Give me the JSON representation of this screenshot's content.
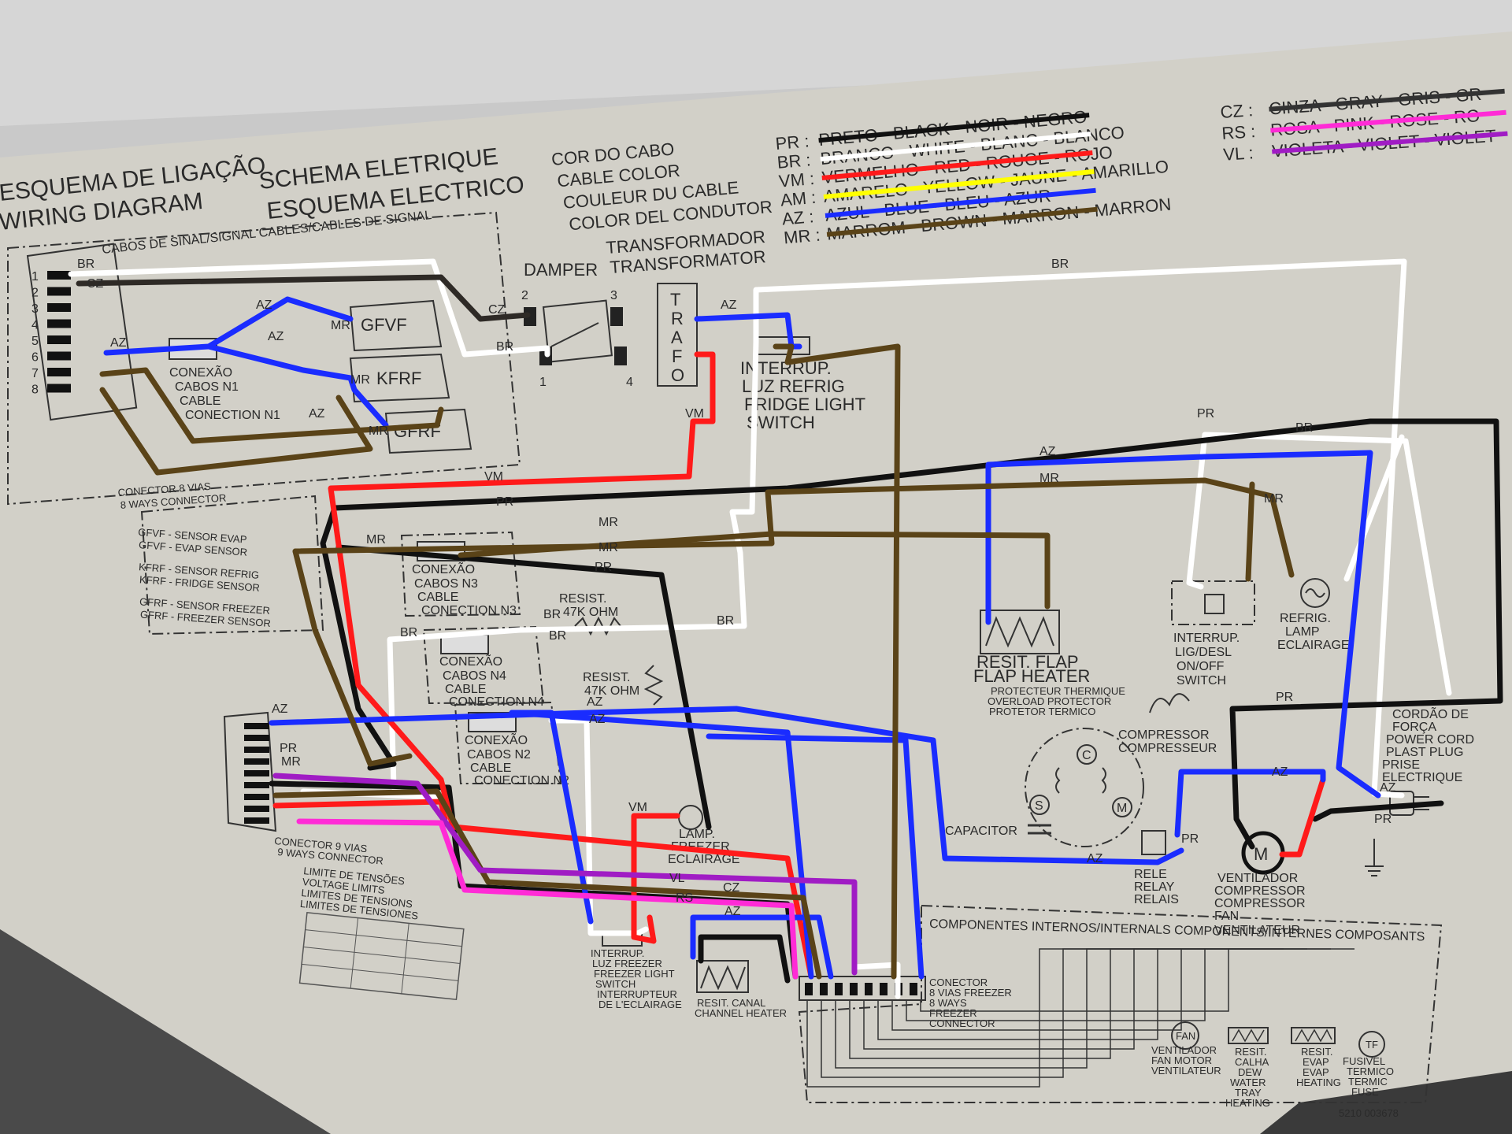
{
  "header": {
    "title_pt": "ESQUEMA DE LIGAÇÃO",
    "title_en": "WIRING DIAGRAM",
    "title_fr": "SCHEMA ELETRIQUE",
    "title_es": "ESQUEMA ELECTRICO",
    "signal_cables": "CABOS DE SINAL/SIGNAL CABLES/CABLES DE SIGNAL"
  },
  "cable_color": {
    "title_lines": [
      "COR DO CABO",
      "CABLE COLOR",
      "COULEUR DU CABLE",
      "COLOR DEL CONDUTOR"
    ],
    "legend_left": [
      {
        "code": "PR",
        "text": "PRETO - BLACK - NOIR - NEGRO",
        "color": "#111111"
      },
      {
        "code": "BR",
        "text": "BRANCO - WHITE - BLANC - BLANCO",
        "color": "#ffffff"
      },
      {
        "code": "VM",
        "text": "VERMELHO - RED - ROUGE - ROJO",
        "color": "#ff1a1a"
      },
      {
        "code": "AM",
        "text": "AMARELO - YELLOW - JAUNE - AMARILLO",
        "color": "#ffff00"
      },
      {
        "code": "AZ",
        "text": "AZUL - BLUE - BLEU - AZUR",
        "color": "#1a2cff"
      },
      {
        "code": "MR",
        "text": "MARROM - BROWN - MARRON - MARRON",
        "color": "#5a4318"
      }
    ],
    "legend_right": [
      {
        "code": "CZ",
        "text": "CINZA - GRAY - GRIS - GR",
        "color": "#333333"
      },
      {
        "code": "RS",
        "text": "ROSA - PINK - ROSE - RO",
        "color": "#ff2bd6"
      },
      {
        "code": "VL",
        "text": "VIOLETA - VIOLET - VIOLET",
        "color": "#a01cc4"
      }
    ]
  },
  "components": {
    "damper": "DAMPER",
    "transformer": [
      "TRANSFORMADOR",
      "TRANSFORMATOR"
    ],
    "trafo": [
      "T",
      "R",
      "A",
      "F",
      "O"
    ],
    "fridge_light_switch": [
      "INTERRUP.",
      "LUZ REFRIG",
      "FRIDGE LIGHT",
      "SWITCH"
    ],
    "gfvf": "GFVF",
    "kfrf": "KFRF",
    "gfrf": "GFRF",
    "conexao_n1": [
      "CONEXÃO",
      "CABOS N1",
      "CABLE",
      "CONECTION N1"
    ],
    "conexao_n3": [
      "CONEXÃO",
      "CABOS N3",
      "CABLE",
      "CONECTION N3"
    ],
    "conexao_n4": [
      "CONEXÃO",
      "CABOS N4",
      "CABLE",
      "CONECTION N4"
    ],
    "conexao_n2": [
      "CONEXÃO",
      "CABOS N2",
      "CABLE",
      "CONECTION N2"
    ],
    "connector8": [
      "CONECTOR 8 VIAS",
      "8 WAYS CONNECTOR"
    ],
    "sensors": [
      "GFVF - SENSOR EVAP",
      "GFVF - EVAP SENSOR",
      "KFRF - SENSOR REFRIG",
      "KFRF - FRIDGE SENSOR",
      "GFRF - SENSOR FREEZER",
      "GFRF - FREEZER SENSOR"
    ],
    "resist1": [
      "RESIST.",
      "47K OHM"
    ],
    "resist2": [
      "RESIST.",
      "47K OHM"
    ],
    "flap_heater": [
      "RESIT. FLAP",
      "FLAP HEATER"
    ],
    "thermal": [
      "PROTECTEUR THERMIQUE",
      "OVERLOAD PROTECTOR",
      "PROTETOR TERMICO"
    ],
    "compressor": [
      "COMPRESSOR",
      "COMPRESSEUR"
    ],
    "capacitor": "CAPACITOR",
    "relay": [
      "RELE",
      "RELAY",
      "RELAIS"
    ],
    "fan": [
      "VENTILADOR",
      "COMPRESSOR",
      "COMPRESSOR",
      "FAN",
      "VENTILATEUR"
    ],
    "onoff": [
      "INTERRUP.",
      "LIG/DESL",
      "ON/OFF",
      "SWITCH"
    ],
    "refrig_lamp": [
      "REFRIG.",
      "LAMP",
      "ECLAIRAGE"
    ],
    "power_cord": [
      "CORDÃO DE",
      "FORÇA",
      "POWER CORD",
      "PLAST PLUG",
      "PRISE",
      "ELECTRIQUE"
    ],
    "freezer_lamp": [
      "LAMP.",
      "FREEZER",
      "ECLAIRAGE"
    ],
    "connector9": [
      "CONECTOR 9 VIAS",
      "9 WAYS CONNECTOR"
    ],
    "freezer_switch": [
      "INTERRUP.",
      "LUZ FREEZER",
      "FREEZER LIGHT",
      "SWITCH",
      "INTERRUPTEUR",
      "DE L'ECLAIRAGE"
    ],
    "channel_heater": [
      "RESIT. CANAL",
      "CHANNEL HEATER"
    ],
    "freezer_connector": [
      "CONECTOR",
      "8 VIAS FREEZER",
      "8 WAYS",
      "FREEZER",
      "CONNECTOR"
    ],
    "internal_components": "COMPONENTES INTERNOS/INTERNALS COMPONENTS/INTERNES COMPOSANTS",
    "fan_motor": [
      "VENTILADOR",
      "FAN MOTOR",
      "VENTILATEUR"
    ],
    "dew_tray": [
      "RESIT.",
      "CALHA",
      "DEW",
      "WATER",
      "TRAY",
      "HEATING"
    ],
    "evap_heating": [
      "RESIT.",
      "EVAP",
      "EVAP",
      "HEATING"
    ],
    "fuse": [
      "FUSIVEL",
      "TERMICO",
      "TERMIC",
      "FUSE"
    ],
    "fan_symbol": "FAN",
    "tf_symbol": "TF",
    "voltage_limits": [
      "LIMITE DE TENSÕES",
      "VOLTAGE LIMITS",
      "LIMITES DE TENSIONS",
      "LIMITES DE TENSIONES"
    ],
    "part_number": "5210 003678"
  },
  "wire_labels": {
    "br": "BR",
    "cz": "CZ",
    "az": "AZ",
    "mr": "MR",
    "pr": "PR",
    "vm": "VM",
    "vl": "VL",
    "rs": "RS"
  },
  "pins8": [
    "1",
    "2",
    "3",
    "4",
    "5",
    "6",
    "7",
    "8"
  ],
  "pins_damper": [
    "2",
    "3",
    "1",
    "4"
  ],
  "compressor_terminals": [
    "C",
    "S",
    "M"
  ],
  "motor_symbol": "M"
}
